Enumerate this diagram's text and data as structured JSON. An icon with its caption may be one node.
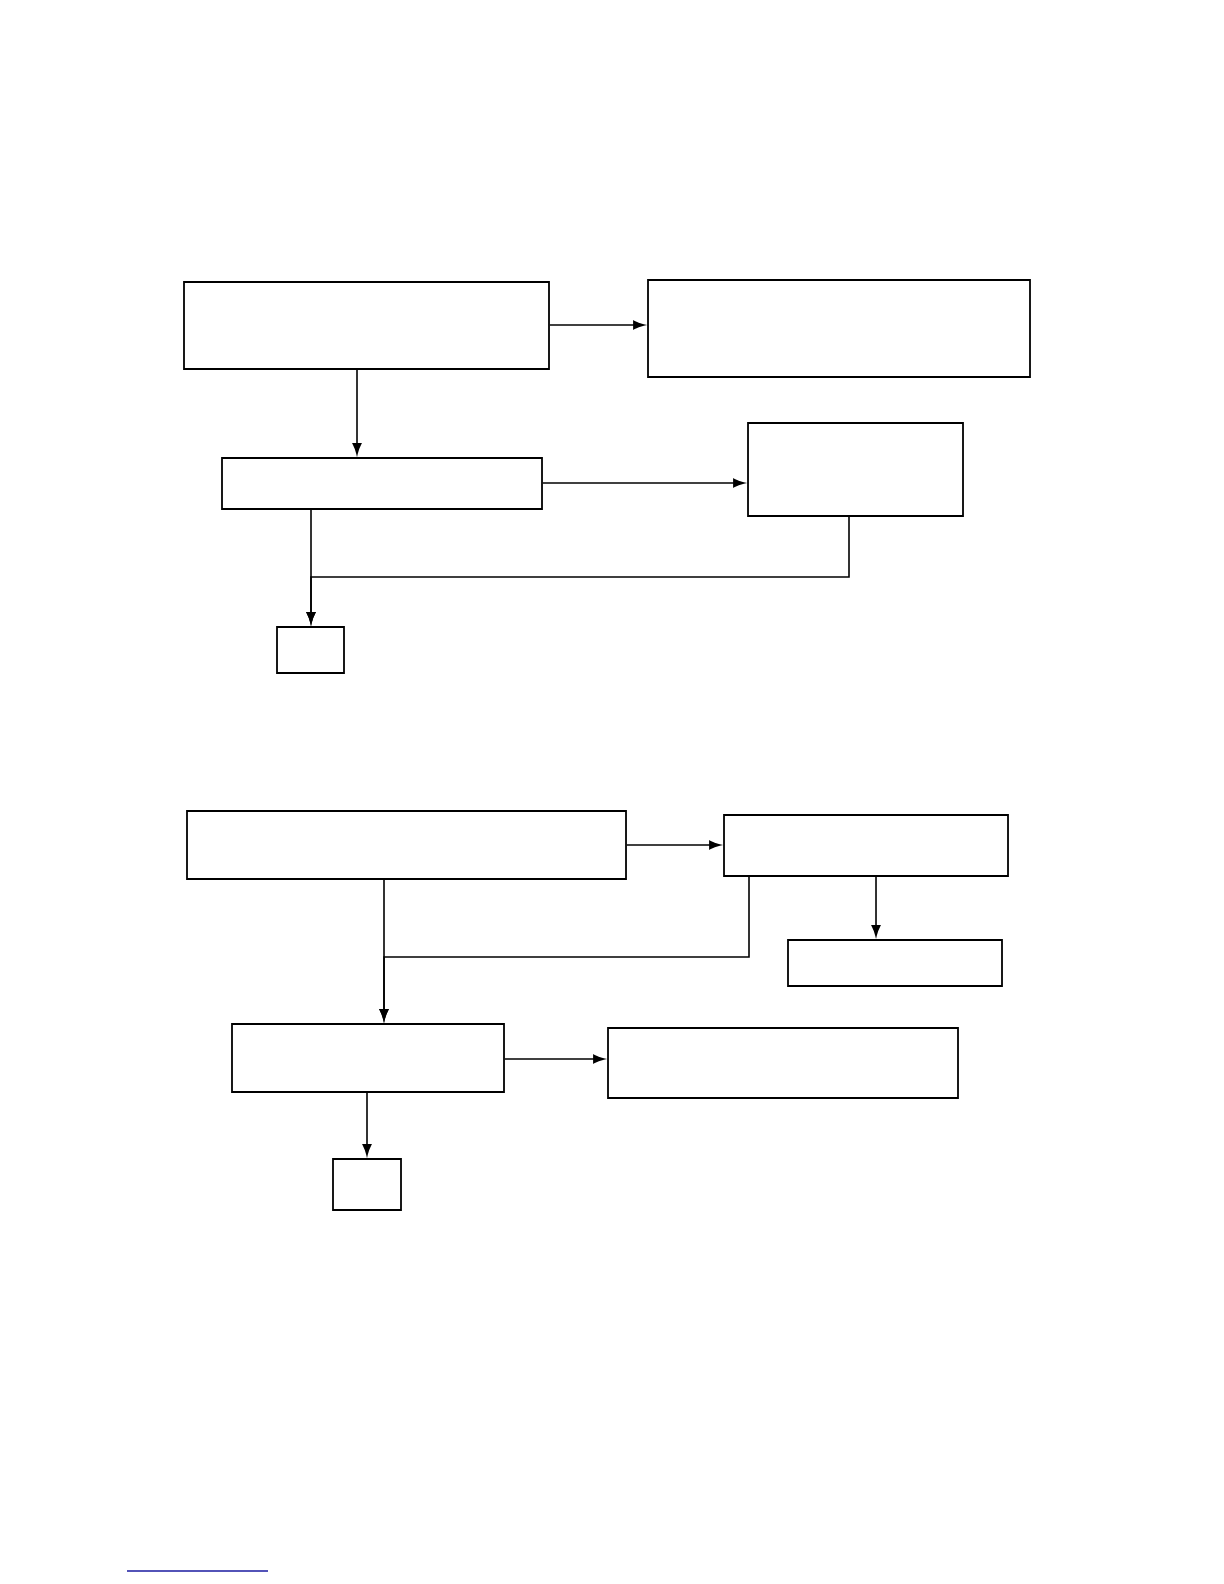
{
  "diagram": {
    "nodes": [
      {
        "text": [],
        "shape": "box"
      },
      {
        "text": [],
        "shape": "box"
      },
      {
        "text": [],
        "shape": "box"
      },
      {
        "text": [],
        "shape": "box"
      },
      {
        "text": [],
        "shape": "box"
      },
      {
        "text": [],
        "shape": "box"
      },
      {
        "text": [],
        "shape": "box"
      },
      {
        "text": [],
        "shape": "box"
      },
      {
        "text": [],
        "shape": "box"
      },
      {
        "text": [],
        "shape": "box"
      },
      {
        "text": [],
        "shape": "box"
      }
    ],
    "edges": [
      {
        "from": 0,
        "to": 1,
        "arrow": "to"
      },
      {
        "from": 0,
        "to": 2,
        "arrow": "to"
      },
      {
        "from": 2,
        "to": 3,
        "arrow": "to"
      },
      {
        "from": 2,
        "to": 4,
        "arrow": "to"
      },
      {
        "from": 3,
        "to": 4,
        "arrow": "to"
      },
      {
        "from": 5,
        "to": 6,
        "arrow": "to"
      },
      {
        "from": 6,
        "to": 7,
        "arrow": "to"
      },
      {
        "from": 5,
        "to": 8,
        "arrow": "to"
      },
      {
        "from": 6,
        "to": 8,
        "arrow": "to"
      },
      {
        "from": 8,
        "to": 9,
        "arrow": "to"
      },
      {
        "from": 8,
        "to": 10,
        "arrow": "to"
      }
    ]
  }
}
